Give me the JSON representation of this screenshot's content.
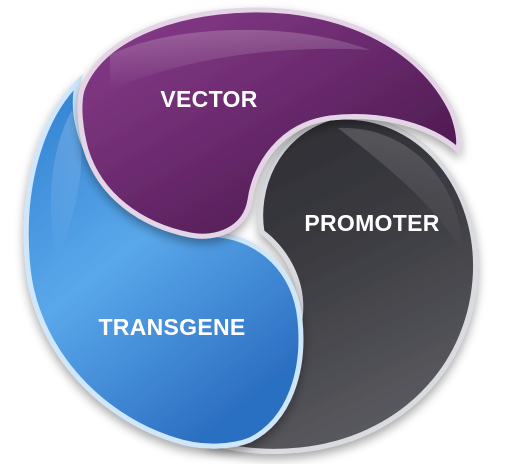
{
  "diagram": {
    "segments": [
      {
        "id": "vector",
        "label": "VECTOR",
        "color": "#6b2a6e"
      },
      {
        "id": "promoter",
        "label": "PROMOTER",
        "color": "#333338"
      },
      {
        "id": "transgene",
        "label": "TRANSGENE",
        "color": "#3d8fd6"
      }
    ]
  }
}
